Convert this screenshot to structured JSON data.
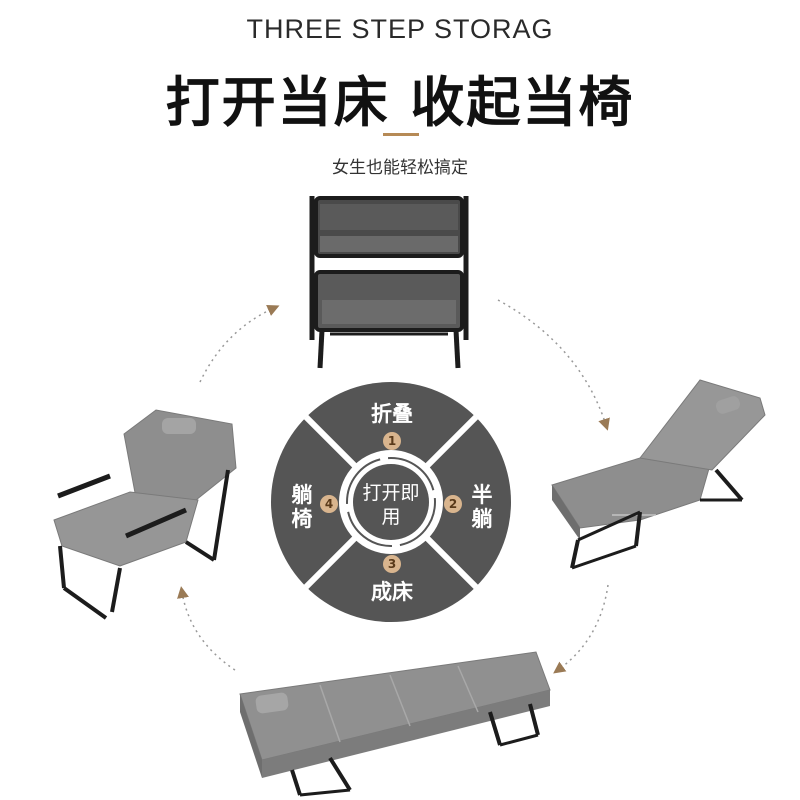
{
  "header": {
    "title_en": "THREE STEP STORAG",
    "title_cn": "打开当床 收起当椅",
    "subtitle": "女生也能轻松搞定"
  },
  "wheel": {
    "center_label": "打开即用",
    "segments": [
      {
        "number": "1",
        "label": "折叠"
      },
      {
        "number": "2",
        "label": "半躺"
      },
      {
        "number": "3",
        "label": "成床"
      },
      {
        "number": "4",
        "label": "躺椅"
      }
    ]
  },
  "colors": {
    "wheel": "#555555",
    "accent": "#b68a56",
    "number_badge": "#d9b58e",
    "arrow": "#9a7a55",
    "fabric": "#8e8e8e",
    "frame": "#1c1c1c"
  }
}
